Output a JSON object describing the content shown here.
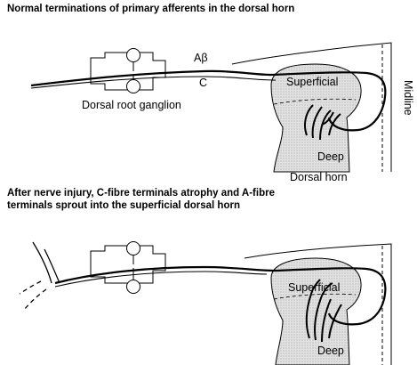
{
  "top_panel": {
    "title": "Normal terminations of primary afferents in the dorsal horn",
    "labels": {
      "abeta": "Aβ",
      "c": "C",
      "superficial": "Superficial",
      "deep": "Deep",
      "ganglion": "Dorsal root ganglion",
      "midline": "Midline",
      "dorsal_horn": "Dorsal horn"
    }
  },
  "bottom_panel": {
    "title_line1": "After nerve injury, C-fibre terminals atrophy and A-fibre",
    "title_line2": "terminals sprout into the superficial dorsal horn",
    "labels": {
      "superficial": "Superficial",
      "deep": "Deep"
    }
  },
  "colors": {
    "stroke": "#000000",
    "grey_matter": "#d6d6d6",
    "background": "#ffffff"
  }
}
